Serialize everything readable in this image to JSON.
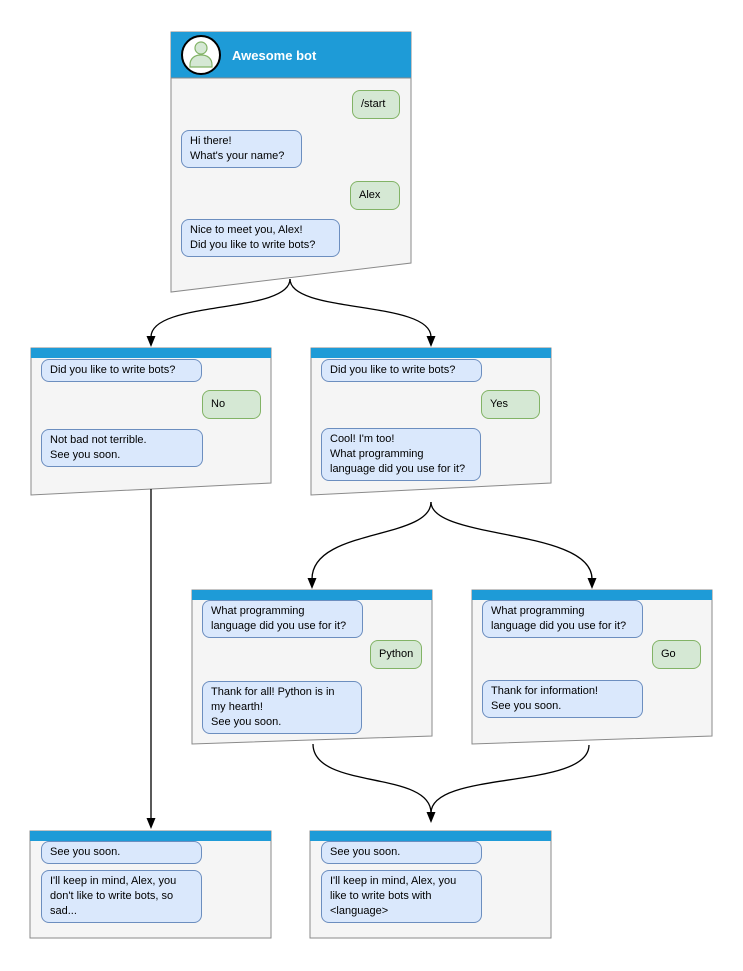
{
  "colors": {
    "header_blue": "#1e9bd7",
    "window_fill": "#f5f5f5",
    "window_border": "#8a8a8a",
    "bot_bubble_fill": "#dae8fc",
    "bot_bubble_border": "#6c8ebf",
    "user_bubble_fill": "#d5e8d4",
    "user_bubble_border": "#82b366",
    "arrow_color": "#000000",
    "title_color": "#ffffff"
  },
  "windows": [
    {
      "id": "main",
      "title": "Awesome bot",
      "messages": [
        {
          "from": "user",
          "text": "/start"
        },
        {
          "from": "bot",
          "text": "Hi there!\nWhat's your name?"
        },
        {
          "from": "user",
          "text": "Alex"
        },
        {
          "from": "bot",
          "text": "Nice to meet you, Alex!\nDid you like to write bots?"
        }
      ]
    },
    {
      "id": "branch-no",
      "messages": [
        {
          "from": "bot",
          "text": "Did you like to write bots?"
        },
        {
          "from": "user",
          "text": "No"
        },
        {
          "from": "bot",
          "text": "Not bad not terrible.\nSee you soon."
        }
      ]
    },
    {
      "id": "branch-yes",
      "messages": [
        {
          "from": "bot",
          "text": "Did you like to write bots?"
        },
        {
          "from": "user",
          "text": "Yes"
        },
        {
          "from": "bot",
          "text": "Cool! I'm too!\nWhat programming\nlanguage did you use for it?"
        }
      ]
    },
    {
      "id": "branch-python",
      "messages": [
        {
          "from": "bot",
          "text": "What programming\nlanguage did you use for it?"
        },
        {
          "from": "user",
          "text": "Python"
        },
        {
          "from": "bot",
          "text": "Thank for all! Python is in\nmy hearth!\nSee you soon."
        }
      ]
    },
    {
      "id": "branch-go",
      "messages": [
        {
          "from": "bot",
          "text": "What programming\nlanguage did you use for it?"
        },
        {
          "from": "user",
          "text": "Go"
        },
        {
          "from": "bot",
          "text": "Thank for information!\nSee you soon."
        }
      ]
    },
    {
      "id": "end-no",
      "messages": [
        {
          "from": "bot",
          "text": "See you soon."
        },
        {
          "from": "bot",
          "text": "I'll keep in mind, Alex, you\ndon't like to write bots, so\nsad..."
        }
      ]
    },
    {
      "id": "end-yes",
      "messages": [
        {
          "from": "bot",
          "text": "See you soon."
        },
        {
          "from": "bot",
          "text": "I'll keep in mind, Alex, you\nlike to write bots with\n<language>"
        }
      ]
    }
  ]
}
